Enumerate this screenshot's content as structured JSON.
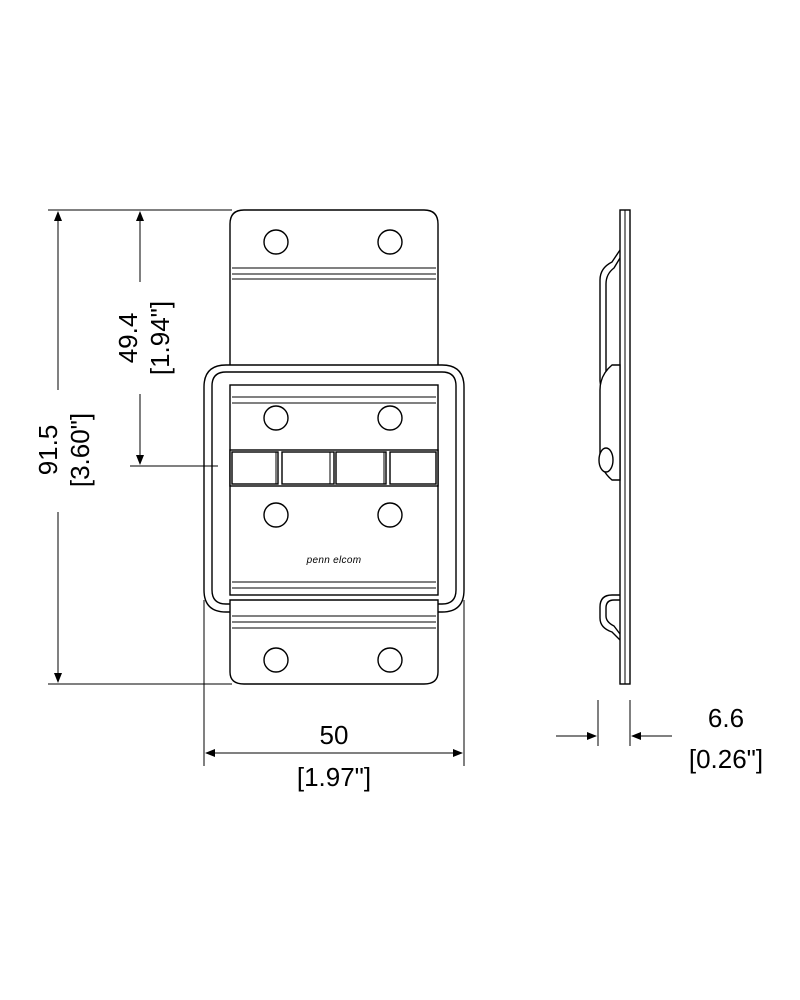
{
  "dimensions": {
    "height_total": {
      "metric": "91.5",
      "imperial": "[3.60\"]"
    },
    "height_hinge": {
      "metric": "49.4",
      "imperial": "[1.94\"]"
    },
    "width": {
      "metric": "50",
      "imperial": "[1.97\"]"
    },
    "thickness": {
      "metric": "6.6",
      "imperial": "[0.26\"]"
    }
  },
  "logo": {
    "text": "penn elcom"
  }
}
